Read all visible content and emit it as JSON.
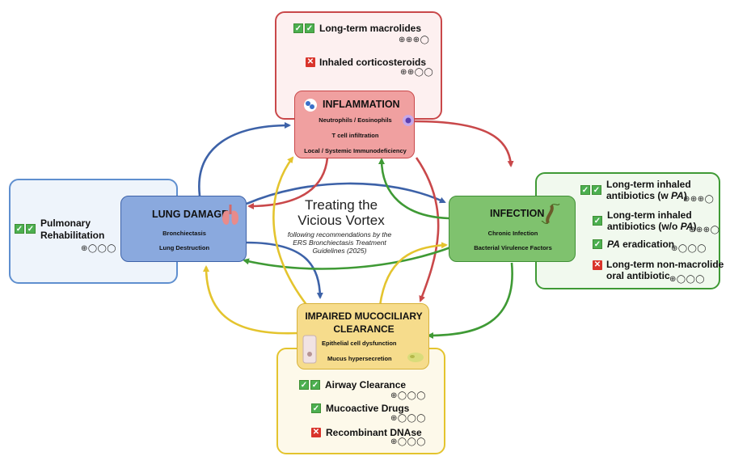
{
  "center": {
    "title_line1": "Treating the",
    "title_line2": "Vicious Vortex",
    "sub_line1": "following recommendations by the",
    "sub_line2": "ERS Bronchiectasis Treatment",
    "sub_line3": "Guidelines (2025)"
  },
  "inflammation": {
    "title": "INFLAMMATION",
    "lines": [
      "Neutrophils / Eosinophils",
      "T cell infiltration",
      "Local / Systemic Immunodeficiency"
    ],
    "color_fill": "#f0a0a0",
    "color_border": "#c9484a",
    "treatments": [
      {
        "label": "Long-term macrolides",
        "mark": "check2",
        "certainty": "⊕⊕⊕◯"
      },
      {
        "label": "Inhaled corticosteroids",
        "mark": "cross",
        "certainty": "⊕⊕◯◯"
      }
    ]
  },
  "lung_damage": {
    "title": "LUNG DAMAGE",
    "lines": [
      "Bronchiectasis",
      "Lung Destruction"
    ],
    "color_fill": "#8aa9de",
    "color_border": "#3d62a8",
    "treatments": [
      {
        "label_line1": "Pulmonary",
        "label_line2": "Rehabilitation",
        "mark": "check2",
        "certainty": "⊕◯◯◯"
      }
    ]
  },
  "infection": {
    "title": "INFECTION",
    "lines": [
      "Chronic Infection",
      "Bacterial Virulence Factors"
    ],
    "color_fill": "#7fc26e",
    "color_border": "#3f8f35",
    "treatments": [
      {
        "label_line1": "Long-term inhaled",
        "label_line2": "antibiotics (w ",
        "label_pa": "PA",
        "label_end": ")",
        "mark": "check2",
        "certainty": "⊕⊕⊕◯"
      },
      {
        "label_line1": "Long-term inhaled",
        "label_line2": "antibiotics (w/o ",
        "label_pa": "PA",
        "label_end": ")",
        "mark": "check1",
        "certainty": "⊕⊕⊕◯"
      },
      {
        "label_pa": "PA",
        "label_rest": " eradication",
        "mark": "check1",
        "certainty": "⊕◯◯◯"
      },
      {
        "label_line1": "Long-term non-macrolide",
        "label_line2": "oral antibiotic",
        "mark": "cross",
        "certainty": "⊕◯◯◯"
      }
    ]
  },
  "mucociliary": {
    "title_line1": "IMPAIRED MUCOCILIARY",
    "title_line2": "CLEARANCE",
    "lines": [
      "Epithelial cell dysfunction",
      "Mucus hypersecretion"
    ],
    "color_fill": "#f6dc8c",
    "color_border": "#d7b23a",
    "treatments": [
      {
        "label": "Airway Clearance",
        "mark": "check2",
        "certainty": "⊕◯◯◯"
      },
      {
        "label": "Mucoactive Drugs",
        "mark": "check1",
        "certainty": "⊕◯◯◯"
      },
      {
        "label": "Recombinant DNAse",
        "mark": "cross",
        "certainty": "⊕◯◯◯"
      }
    ]
  },
  "icons": {
    "check": "✓",
    "cross": "✕"
  },
  "arrow_colors": {
    "red": "#c9484a",
    "blue": "#3d62a8",
    "green": "#3f9a35",
    "yellow": "#e4c42e"
  }
}
